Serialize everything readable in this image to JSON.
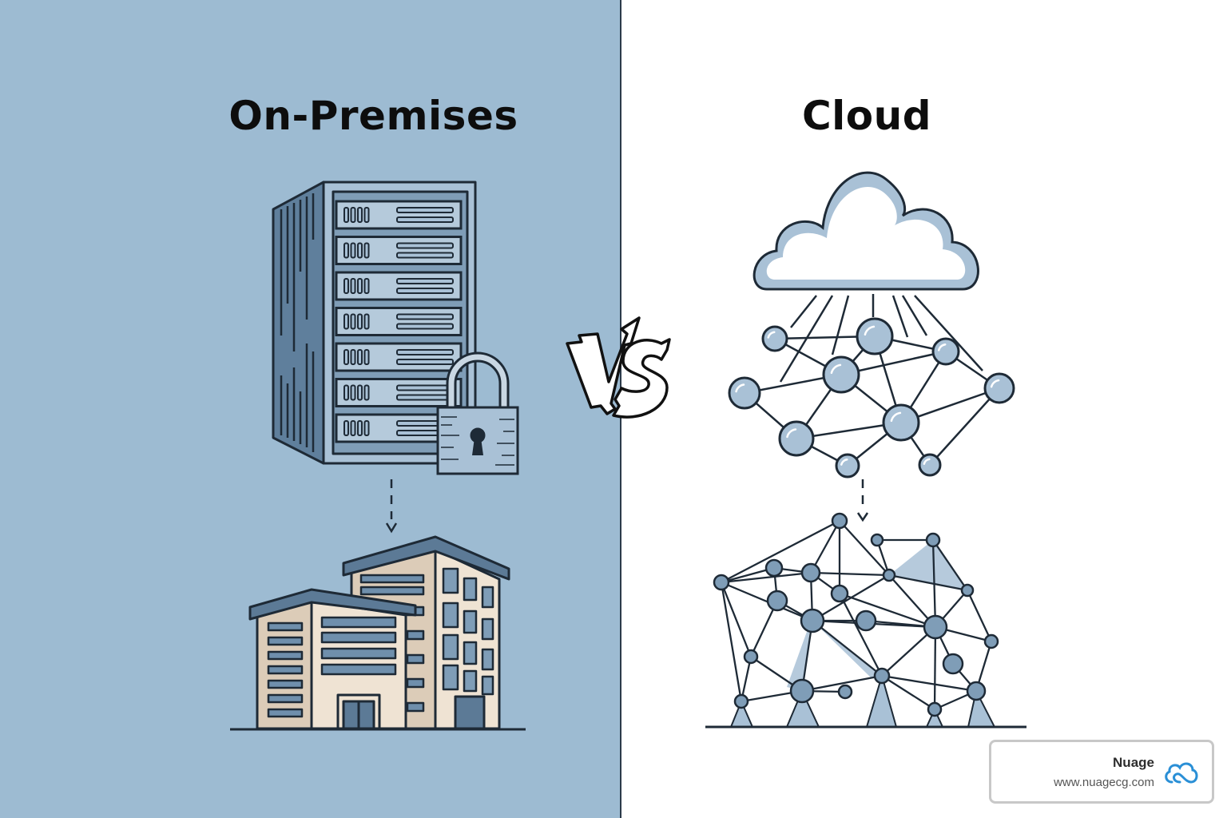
{
  "left": {
    "title": "On-Premises",
    "background_color": "#9dbbd2",
    "illustrations": [
      "server-rack",
      "padlock",
      "office-buildings"
    ]
  },
  "right": {
    "title": "Cloud",
    "background_color": "#ffffff",
    "illustrations": [
      "cloud",
      "node-network",
      "mesh-structure"
    ]
  },
  "versus_label": "VS",
  "brand": {
    "name": "Nuage",
    "url": "www.nuagecg.com",
    "logo": "cloud-logo-icon",
    "accent_color": "#2a8fd6"
  }
}
